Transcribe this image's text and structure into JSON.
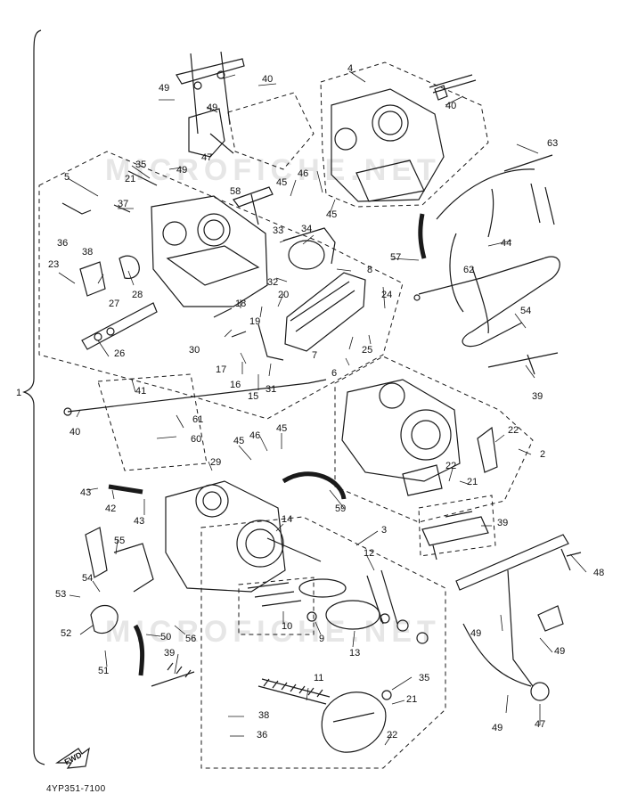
{
  "drawing_code": "4YP351-7100",
  "fwd_label": "FWD",
  "watermark": "MICROFICHE.NET",
  "colors": {
    "line": "#1a1a1a",
    "watermark": "#e6e6e6"
  },
  "callouts": [
    {
      "t": "1"
    },
    {
      "t": "2"
    },
    {
      "t": "3"
    },
    {
      "t": "4"
    },
    {
      "t": "5"
    },
    {
      "t": "6"
    },
    {
      "t": "7"
    },
    {
      "t": "8"
    },
    {
      "t": "9"
    },
    {
      "t": "10"
    },
    {
      "t": "11"
    },
    {
      "t": "12"
    },
    {
      "t": "13"
    },
    {
      "t": "14"
    },
    {
      "t": "15"
    },
    {
      "t": "16"
    },
    {
      "t": "17"
    },
    {
      "t": "18"
    },
    {
      "t": "19"
    },
    {
      "t": "20"
    },
    {
      "t": "21"
    },
    {
      "t": "21"
    },
    {
      "t": "21"
    },
    {
      "t": "22"
    },
    {
      "t": "22"
    },
    {
      "t": "22"
    },
    {
      "t": "23"
    },
    {
      "t": "24"
    },
    {
      "t": "25"
    },
    {
      "t": "26"
    },
    {
      "t": "27"
    },
    {
      "t": "28"
    },
    {
      "t": "29"
    },
    {
      "t": "30"
    },
    {
      "t": "31"
    },
    {
      "t": "32"
    },
    {
      "t": "33"
    },
    {
      "t": "34"
    },
    {
      "t": "35"
    },
    {
      "t": "35"
    },
    {
      "t": "36"
    },
    {
      "t": "36"
    },
    {
      "t": "37"
    },
    {
      "t": "38"
    },
    {
      "t": "38"
    },
    {
      "t": "39"
    },
    {
      "t": "39"
    },
    {
      "t": "39"
    },
    {
      "t": "40"
    },
    {
      "t": "40"
    },
    {
      "t": "40"
    },
    {
      "t": "41"
    },
    {
      "t": "42"
    },
    {
      "t": "43"
    },
    {
      "t": "43"
    },
    {
      "t": "44"
    },
    {
      "t": "45"
    },
    {
      "t": "45"
    },
    {
      "t": "45"
    },
    {
      "t": "45"
    },
    {
      "t": "46"
    },
    {
      "t": "46"
    },
    {
      "t": "47"
    },
    {
      "t": "47"
    },
    {
      "t": "48"
    },
    {
      "t": "49"
    },
    {
      "t": "49"
    },
    {
      "t": "49"
    },
    {
      "t": "49"
    },
    {
      "t": "49"
    },
    {
      "t": "49"
    },
    {
      "t": "50"
    },
    {
      "t": "51"
    },
    {
      "t": "52"
    },
    {
      "t": "53"
    },
    {
      "t": "54"
    },
    {
      "t": "54"
    },
    {
      "t": "55"
    },
    {
      "t": "56"
    },
    {
      "t": "57"
    },
    {
      "t": "58"
    },
    {
      "t": "59"
    },
    {
      "t": "60"
    },
    {
      "t": "61"
    },
    {
      "t": "62"
    },
    {
      "t": "63"
    }
  ]
}
